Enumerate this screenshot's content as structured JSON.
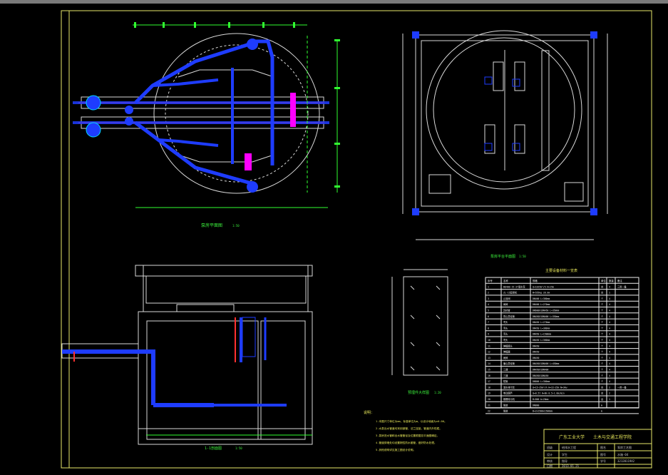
{
  "colors": {
    "background": "#000000",
    "frame": "#e8e86a",
    "outline": "#d9d9d9",
    "green": "#31ff31",
    "blue": "#1e3cff",
    "cyan": "#00d6ff",
    "magenta": "#ff00ff",
    "table_text": "#f0f0f0"
  },
  "drawing": {
    "views": {
      "plan_title": "泵房平面图",
      "plan_scale": "1:50",
      "floor_title": "泵房平台平面图",
      "floor_scale": "1:50",
      "section_title": "1-1剖面图",
      "section_scale": "1:50",
      "detail_title": "预埋件大样图",
      "detail_scale": "1:20"
    },
    "equipment_table": {
      "title": "主要设备材料一览表",
      "headers": [
        "序号",
        "名称",
        "规格",
        "单位",
        "数量",
        "备注"
      ],
      "rows": [
        [
          "1",
          "WQ400-15-37潜水泵",
          "Q=1015m³/h H=15m",
          "台",
          "4",
          "三用一备"
        ],
        [
          "2",
          "ZL-15起重机",
          "W=555kg 28.0m",
          "台",
          "1",
          ""
        ],
        [
          "3",
          "止回阀",
          "DN400 L=380mm",
          "个",
          "4",
          ""
        ],
        [
          "4",
          "闸阀",
          "DN400 L=270mm",
          "个",
          "4",
          ""
        ],
        [
          "5",
          "异径管",
          "DN600X1DN450 L=350mm",
          "个",
          "4",
          ""
        ],
        [
          "6",
          "同心异径管",
          "DN450X1DN400 L=350mm",
          "个",
          "4",
          ""
        ],
        [
          "7",
          "弯头",
          "DN450 L=270mm",
          "个",
          "4",
          ""
        ],
        [
          "8",
          "弯头",
          "DN450 L=380mm",
          "个",
          "4",
          ""
        ],
        [
          "9",
          "弯头",
          "DN450 L=1500mm",
          "个",
          "4",
          ""
        ],
        [
          "10",
          "弯头",
          "DN450 L=380mm",
          "个",
          "4",
          ""
        ],
        [
          "11",
          "伸缩接头",
          "DN450",
          "个",
          "4",
          ""
        ],
        [
          "12",
          "伸缩器",
          "DN450",
          "个",
          "4",
          ""
        ],
        [
          "13",
          "闸阀",
          "DN450",
          "个",
          "4",
          ""
        ],
        [
          "14",
          "偏心异径管",
          "DN450X1DN400 L=450mm",
          "个",
          "4",
          ""
        ],
        [
          "15",
          "三通",
          "DN450X1DN400",
          "个",
          "4",
          ""
        ],
        [
          "16",
          "三通",
          "DN450X1DN450",
          "个",
          "4",
          ""
        ],
        [
          "17",
          "短管",
          "DN800 L=300mm",
          "个",
          "4",
          ""
        ],
        [
          "18",
          "潜水排污泵",
          "Q=15~25m³/h H=22~25m N=3kw",
          "台",
          "2",
          "一用一备"
        ],
        [
          "19",
          "电动葫芦",
          "Q=0.5t H=6m 0.5~1.0m/min",
          "台",
          "2",
          ""
        ],
        [
          "20",
          "格栅除污机",
          "B=800 b=20mm",
          "台",
          "1",
          ""
        ],
        [
          "21",
          "管道",
          "DN800",
          "m",
          "",
          ""
        ],
        [
          "22",
          "管道",
          "B=2x1500x1500mm",
          "m",
          "",
          ""
        ]
      ]
    },
    "notes": {
      "title": "说明：",
      "lines": [
        "1.本图尺寸单位为mm，标高单位为m，以设计地面为±0.00。",
        "2.水泵出水管道均采用钢管，法兰连接，管道内外防腐。",
        "3.泵房进水管和出水管管径及位置根据总平面图确定。",
        "4.管道穿墙处均设置刚性防水套管，做好防水处理。",
        "5.其他说明详见施工图设计说明。"
      ]
    },
    "title_block": {
      "school": "广东工业大学",
      "department": "土木与交通工程学院",
      "drawing_name_label": "图名",
      "drawing_name": "泵房工艺图",
      "sheet_label": "图号",
      "sheet": "水施-04",
      "class_label": "班级",
      "class_value": "给排水工程",
      "designer_label": "设计",
      "designer": "学生",
      "check_label": "审核",
      "check": "指导",
      "student_no_label": "学号",
      "student_no": "3212011942",
      "date_label": "日期",
      "date": "2013.01.21"
    }
  }
}
